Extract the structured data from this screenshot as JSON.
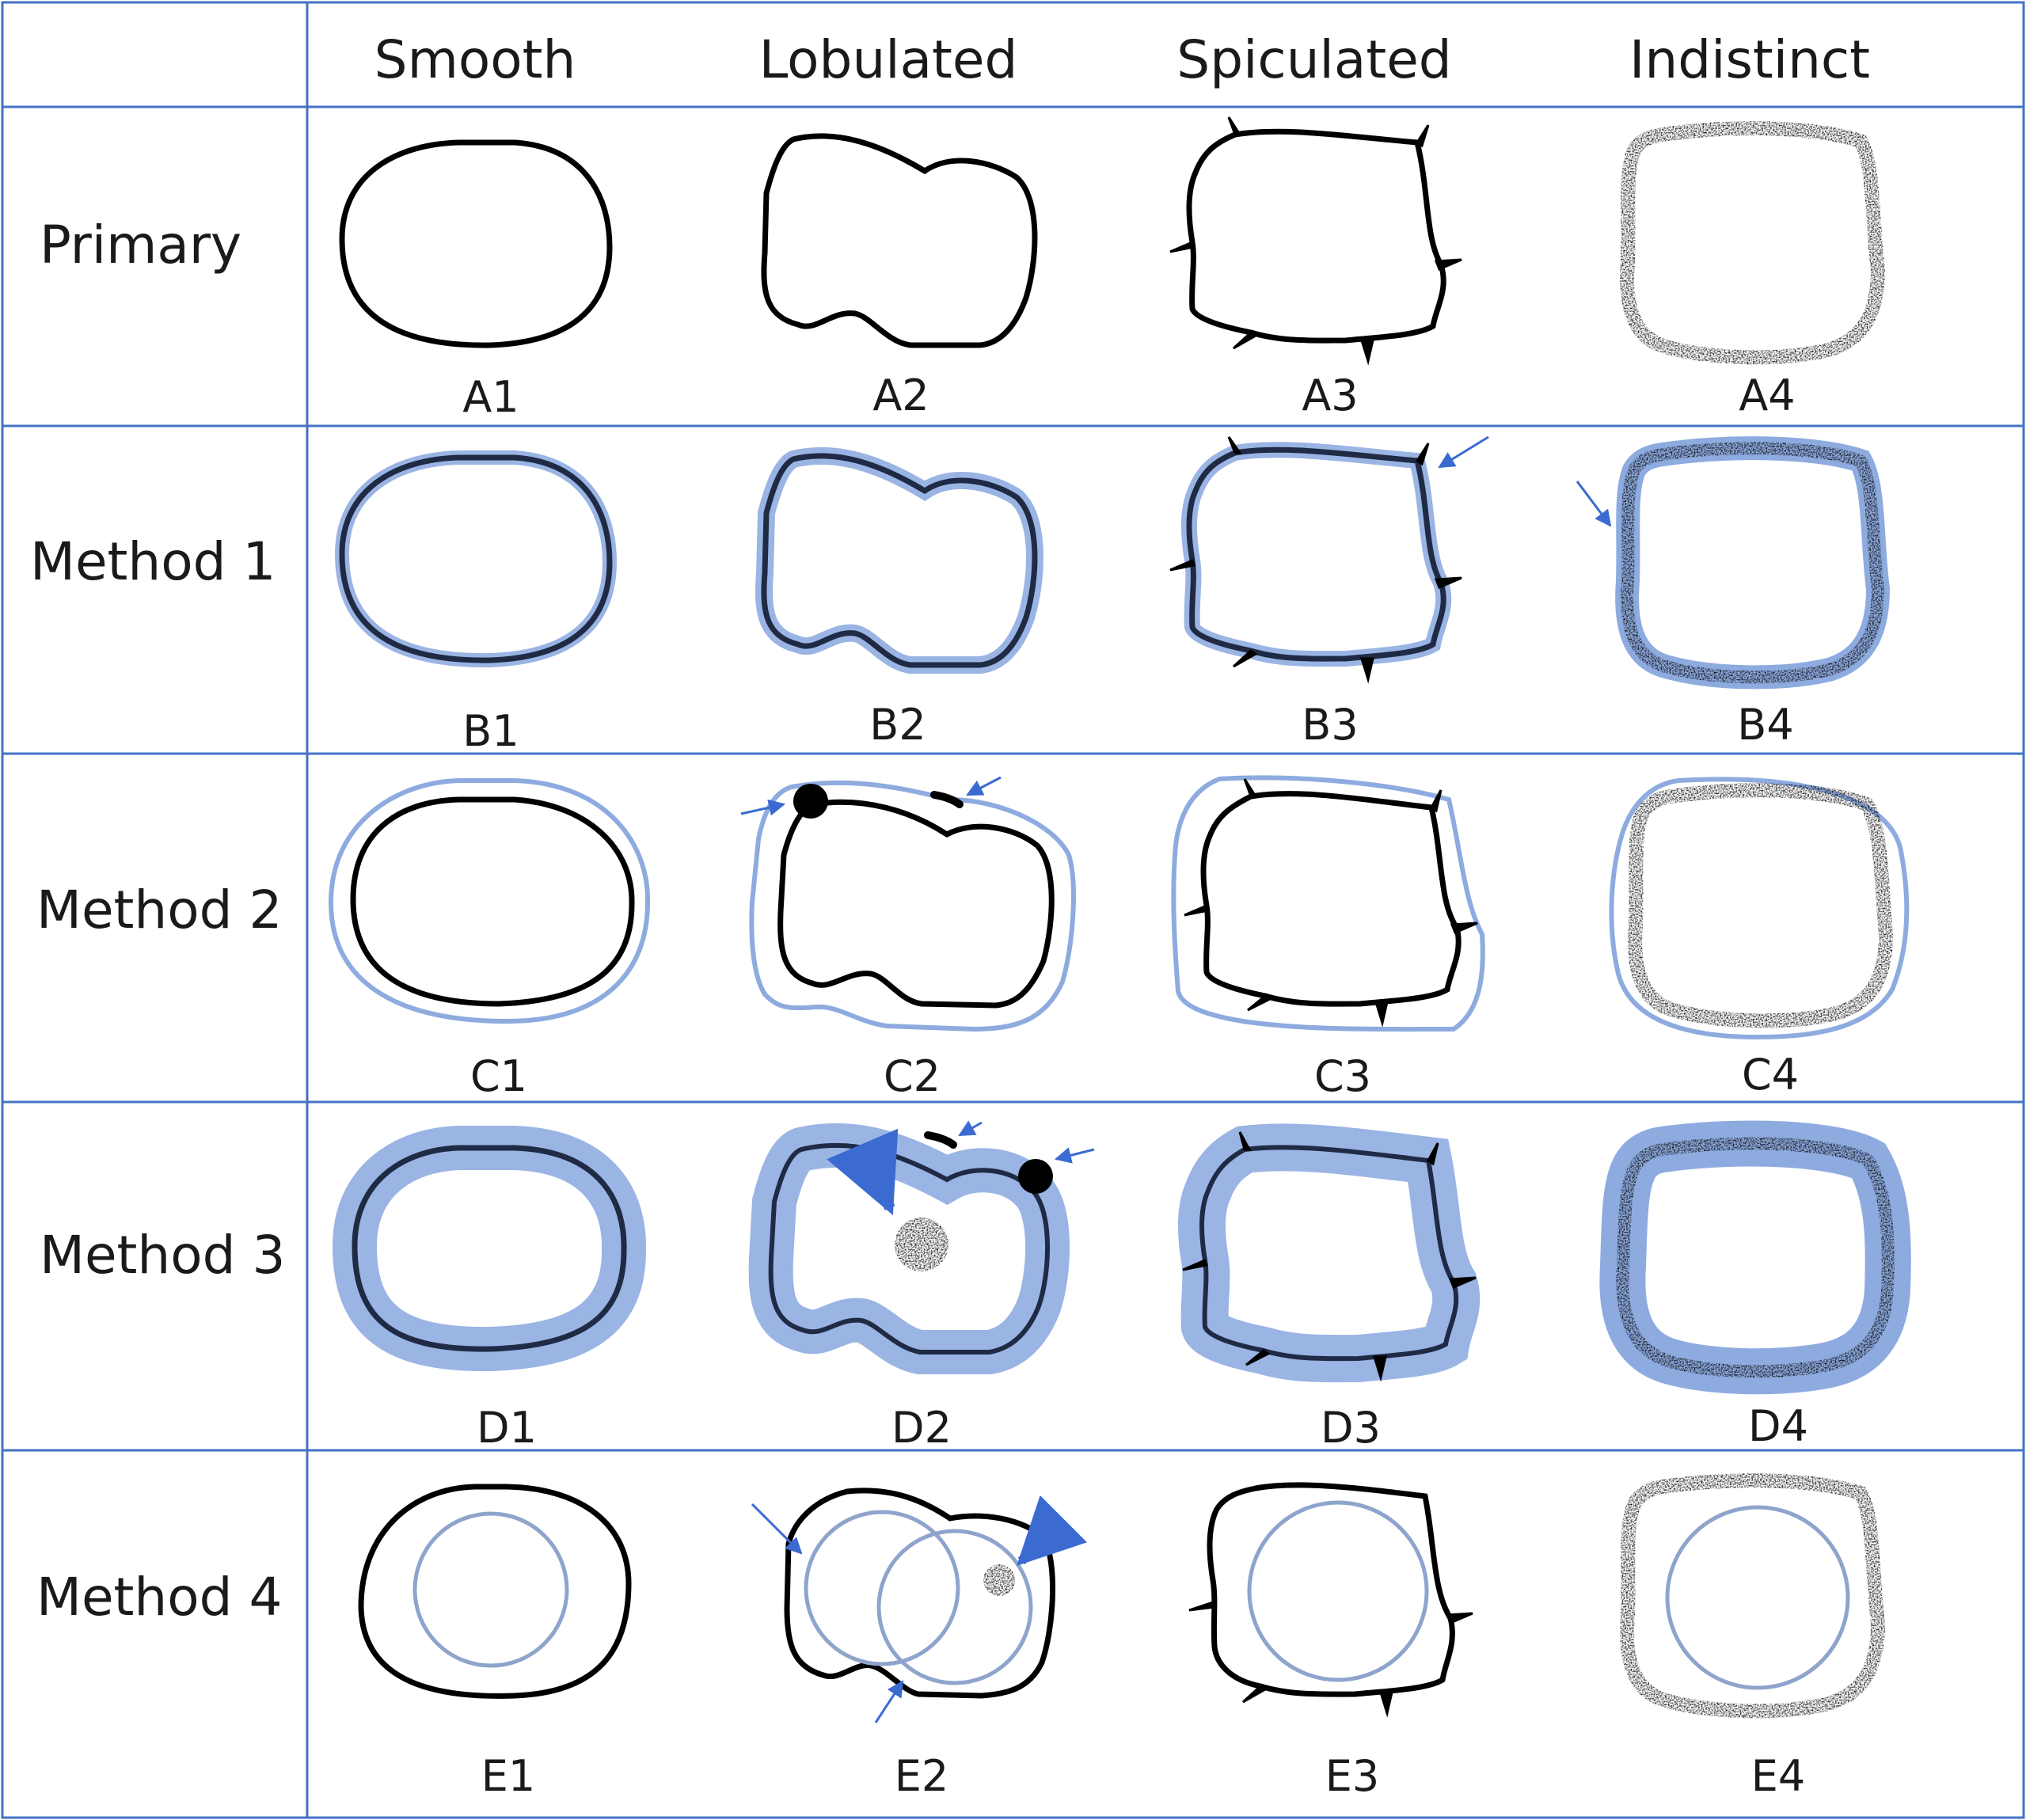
{
  "table": {
    "columns": [
      "Smooth",
      "Lobulated",
      "Spiculated",
      "Indistinct"
    ],
    "rows": [
      "Primary",
      "Method 1",
      "Method 2",
      "Method 3",
      "Method 4"
    ],
    "captions": [
      [
        "A1",
        "A2",
        "A3",
        "A4"
      ],
      [
        "B1",
        "B2",
        "B3",
        "B4"
      ],
      [
        "C1",
        "C2",
        "C3",
        "C4"
      ],
      [
        "D1",
        "D2",
        "D3",
        "D4"
      ],
      [
        "E1",
        "E2",
        "E3",
        "E4"
      ]
    ]
  },
  "colors": {
    "grid": "#4472c4",
    "annotation": "#7b9ed9",
    "annotation_fill": "#9ab4e4",
    "arrow": "#3b6bd1",
    "contour": "#000000"
  },
  "icons": {
    "arrow": "arrow-icon",
    "dot": "dot-marker-icon"
  }
}
